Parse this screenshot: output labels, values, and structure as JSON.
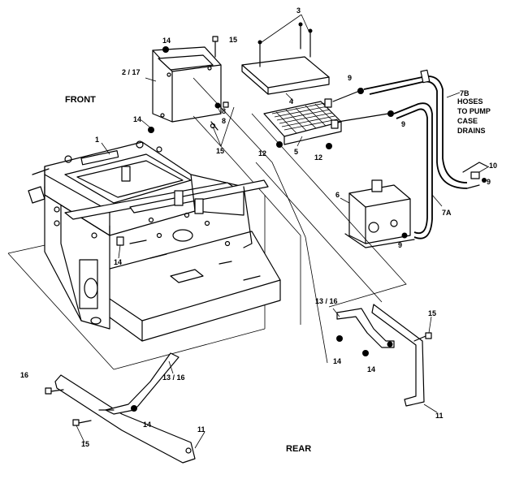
{
  "labels": {
    "front": "FRONT",
    "rear": "REAR",
    "hoses_note": [
      "HOSES",
      "TO PUMP",
      "CASE",
      "DRAINS"
    ]
  },
  "callouts": {
    "c1": "1",
    "c2_17": "2 / 17",
    "c3": "3",
    "c4": "4",
    "c5": "5",
    "c6": "6",
    "c7a": "7A",
    "c7b": "7B",
    "c8a": "8",
    "c8b": "8",
    "c9a": "9",
    "c9b": "9",
    "c9c": "9",
    "c9d": "9",
    "c10": "10",
    "c11a": "11",
    "c11b": "11",
    "c12a": "12",
    "c12b": "12",
    "c13_16a": "13 / 16",
    "c13_16b": "13 / 16",
    "c14a": "14",
    "c14b": "14",
    "c14c": "14",
    "c14d": "14",
    "c14e": "14",
    "c14f": "14",
    "c15a": "15",
    "c15b": "15",
    "c15c": "15",
    "c15d": "15",
    "c16": "16"
  }
}
